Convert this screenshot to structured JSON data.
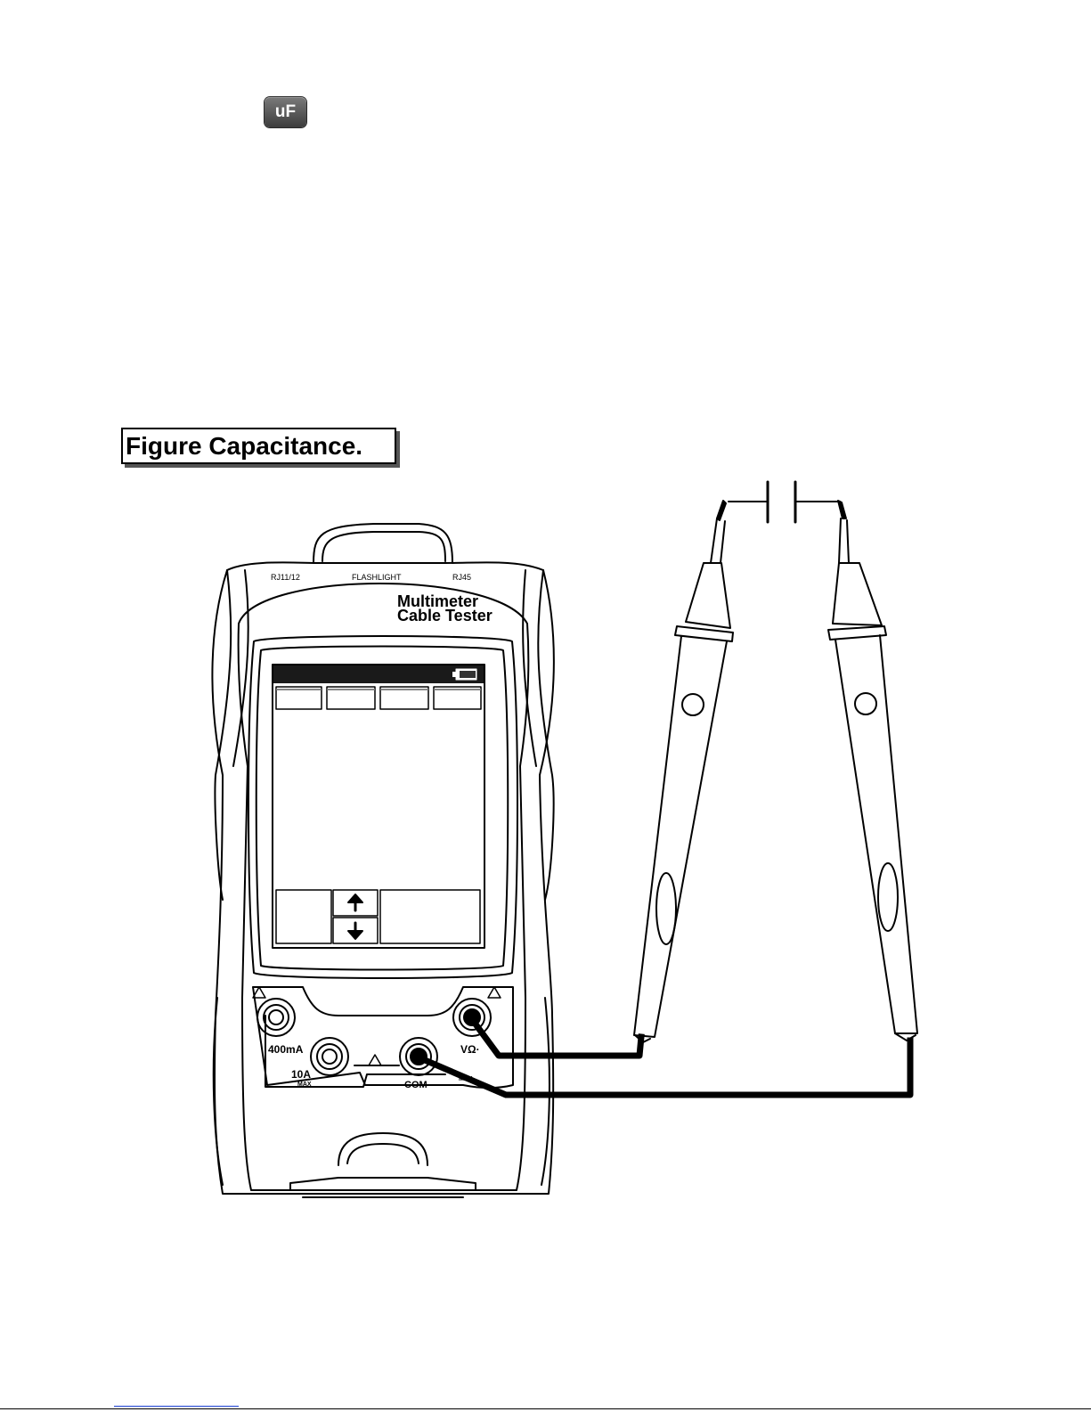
{
  "icon_button": {
    "label": "uF",
    "icon": "uf-capacitance-icon"
  },
  "figure": {
    "title": "Figure Capacitance."
  },
  "device": {
    "top_ports": {
      "left": "RJ11/12",
      "center": "FLASHLIGHT",
      "right": "RJ45"
    },
    "brand_line1": "Multimeter",
    "brand_line2": "Cable Tester",
    "jacks": {
      "ma": "400mA",
      "a10": "10A",
      "a10_sub": "MAX",
      "com": "COM",
      "v": "VΩ·",
      "v_sub": "MAX"
    }
  },
  "colors": {
    "ink": "#000000",
    "screen_bar": "#1a1a1a",
    "link_rule": "#1a3fd1"
  }
}
